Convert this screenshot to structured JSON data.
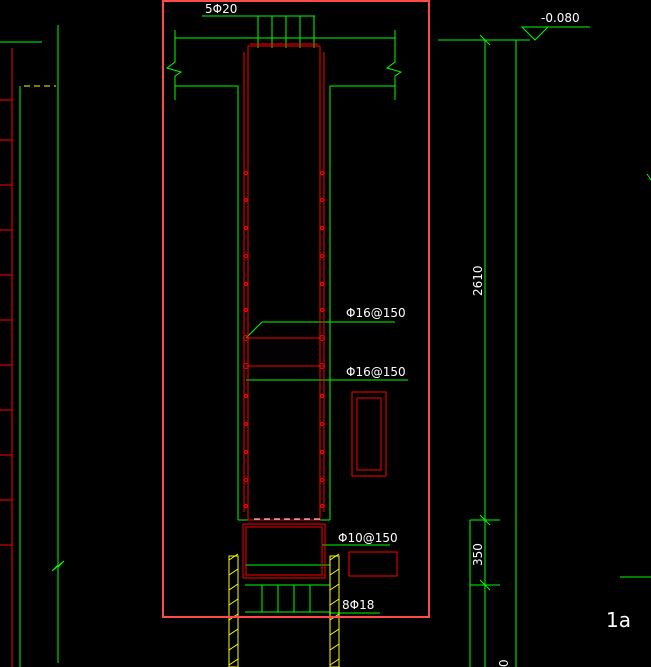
{
  "drawing": {
    "colors": {
      "background": "#000000",
      "outline": "#00ff00",
      "rebar": "#ff0000",
      "selection": "#ff4a4a",
      "pile": "#ffff00",
      "text": "#ffffff"
    },
    "labels": {
      "top_bars": "5Φ20",
      "elevation": "-0.080",
      "stirrup_upper": "Φ16@150",
      "stirrup_lower": "Φ16@150",
      "stirrup_base": "Φ10@150",
      "bottom_bars": "8Φ18",
      "dim_height": "2610",
      "dim_base": "350",
      "dim_bottom": "0",
      "section_mark": "1a"
    }
  }
}
